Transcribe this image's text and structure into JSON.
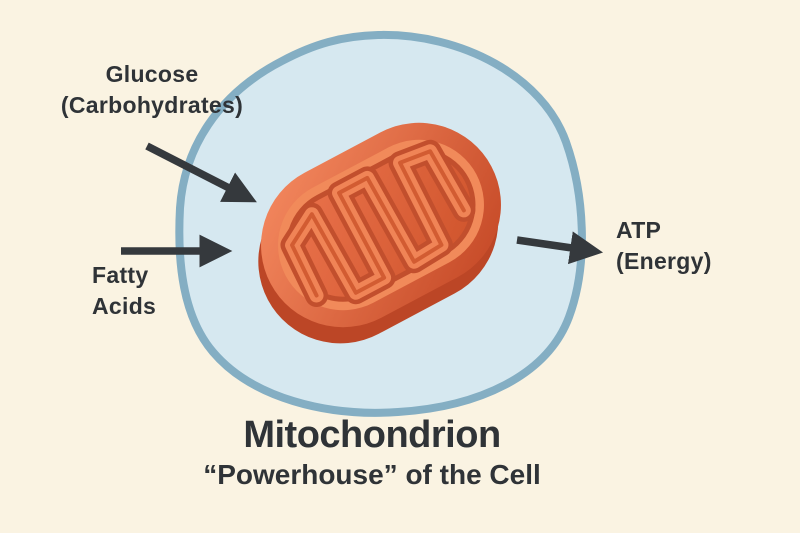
{
  "diagram": {
    "title": "Mitochondrion",
    "subtitle": "“Powerhouse” of the Cell",
    "labels": {
      "glucose": {
        "line1": "Glucose",
        "line2": "(Carbohydrates)"
      },
      "fatty_acids": {
        "line1": "Fatty",
        "line2": "Acids"
      },
      "atp": {
        "line1": "ATP",
        "line2": "(Energy)"
      }
    },
    "colors": {
      "background": "#FAF3E2",
      "text": "#2F3337",
      "arrow": "#35393D",
      "cell_fill": "#D6E8F0",
      "cell_stroke": "#84AEC3",
      "mito_extrude": "#BC4626",
      "mito_outer_top": "#F0835A",
      "mito_outer_bottom": "#C94E2B",
      "mito_rim": "#F18A5A",
      "mito_matrix_top": "#E87049",
      "mito_matrix_bottom": "#D2572F",
      "cristae_outline": "#C24F2D",
      "cristae_fill": "#F08456",
      "cristae_inner_line": "#D25C32"
    }
  }
}
